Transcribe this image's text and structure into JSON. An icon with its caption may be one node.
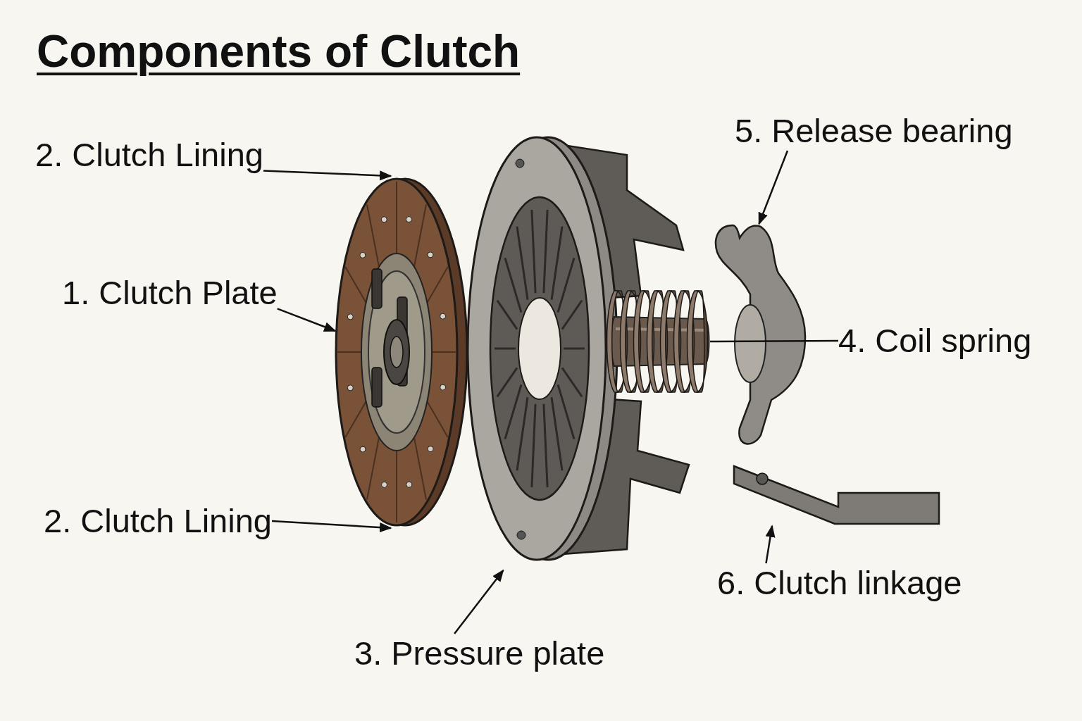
{
  "diagram": {
    "title": "Components of Clutch",
    "nodes": [
      {
        "text": [
          "2. Clutch Lining"
        ]
      },
      {
        "text": [
          "1. Clutch Plate"
        ]
      },
      {
        "text": [
          "2. Clutch Lining"
        ]
      },
      {
        "text": [
          "3. Pressure plate"
        ]
      },
      {
        "text": [
          "5. Release bearing"
        ]
      },
      {
        "text": [
          "4. Coil spring"
        ]
      },
      {
        "text": [
          "6. Clutch linkage"
        ]
      },
      {
        "text": [],
        "shape": "picture"
      },
      {
        "text": [],
        "shape": "picture"
      },
      {
        "text": [],
        "shape": "picture"
      },
      {
        "text": [],
        "shape": "picture"
      },
      {
        "text": [],
        "shape": "picture"
      }
    ],
    "edges": [
      {
        "from": 0,
        "to": 7,
        "arrow": "to"
      },
      {
        "from": 1,
        "to": 7,
        "arrow": "to"
      },
      {
        "from": 2,
        "to": 7,
        "arrow": "to"
      },
      {
        "from": 3,
        "to": 8,
        "arrow": "to"
      },
      {
        "from": 4,
        "to": 10,
        "arrow": "to"
      },
      {
        "from": 5,
        "to": 9,
        "arrow": "none"
      },
      {
        "from": 6,
        "to": 11,
        "arrow": "to"
      }
    ]
  }
}
